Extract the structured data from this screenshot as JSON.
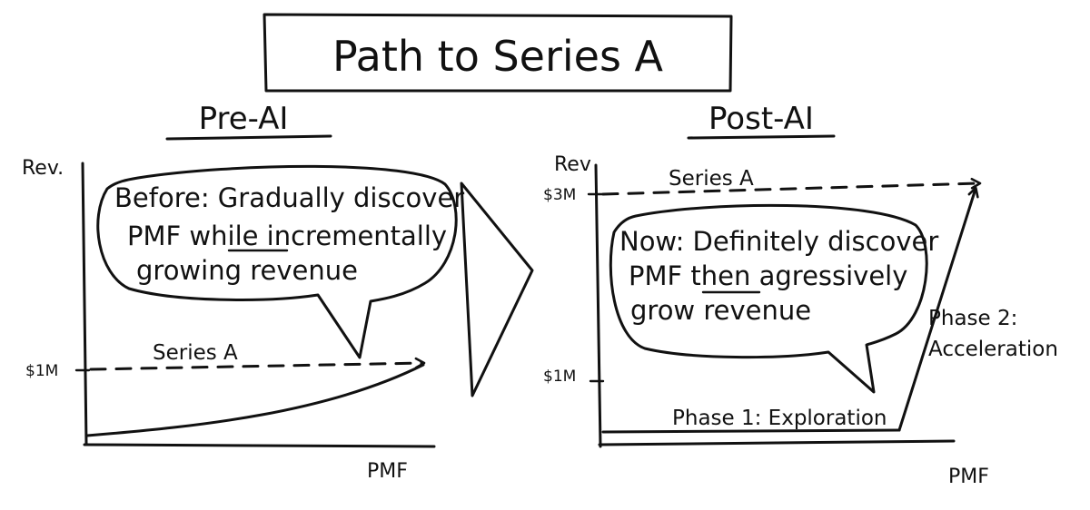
{
  "title": "Path to Series A",
  "left_panel": {
    "heading": "Pre-AI",
    "y_axis_label": "Rev.",
    "x_axis_label": "PMF",
    "tick_label": "$1M",
    "milestone_label": "Series A",
    "bubble_lines": [
      "Before: Gradually discover",
      "PMF while incrementally",
      "growing revenue"
    ],
    "bubble_underlined_word": "while"
  },
  "right_panel": {
    "heading": "Post-AI",
    "y_axis_label": "Rev",
    "x_axis_label": "PMF",
    "tick_top": "$3M",
    "tick_bottom": "$1M",
    "milestone_label": "Series A",
    "bubble_lines": [
      "Now: Definitely discover",
      "PMF then agressively",
      "grow revenue"
    ],
    "bubble_underlined_word": "then",
    "phase1_label": "Phase 1: Exploration",
    "phase2_line1": "Phase 2:",
    "phase2_line2": "Acceleration"
  }
}
